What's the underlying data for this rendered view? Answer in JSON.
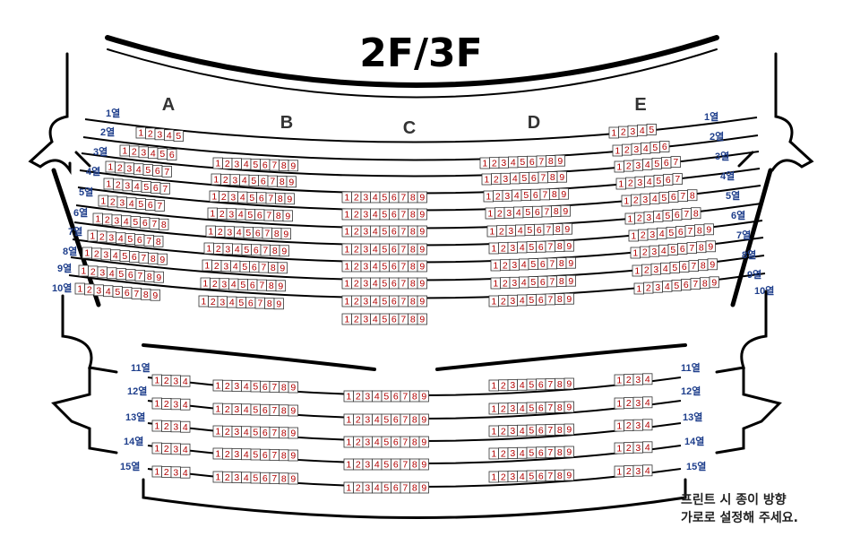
{
  "title": "2F/3F",
  "section_labels": [
    "A",
    "B",
    "C",
    "D",
    "E"
  ],
  "row_labels": [
    "1열",
    "2열",
    "3열",
    "4열",
    "5열",
    "6열",
    "7열",
    "8열",
    "9열",
    "10열",
    "11열",
    "12열",
    "13열",
    "14열",
    "15열"
  ],
  "upper_rows": {
    "A": [
      5,
      6,
      7,
      7,
      7,
      8,
      8,
      9,
      9,
      9
    ],
    "B": [
      0,
      9,
      9,
      9,
      9,
      9,
      9,
      9,
      9,
      9
    ],
    "C": [
      0,
      0,
      9,
      9,
      9,
      9,
      9,
      9,
      9,
      9
    ],
    "D": [
      0,
      9,
      9,
      9,
      9,
      9,
      9,
      9,
      9,
      9
    ],
    "E": [
      5,
      6,
      7,
      7,
      8,
      8,
      9,
      9,
      9,
      9
    ]
  },
  "lower_rows": {
    "A": [
      4,
      4,
      4,
      4,
      4
    ],
    "B": [
      9,
      9,
      9,
      9,
      9
    ],
    "C": [
      9,
      9,
      9,
      9,
      9
    ],
    "D": [
      9,
      9,
      9,
      9,
      9
    ],
    "E": [
      4,
      4,
      4,
      4,
      4
    ]
  },
  "note_lines": [
    "프린트 시 종이 방향",
    "가로로 설정해 주세요."
  ],
  "colors": {
    "seat_number": "#b30000",
    "row_label": "#1f3f8c",
    "line": "#000000",
    "section_label": "#333333"
  }
}
